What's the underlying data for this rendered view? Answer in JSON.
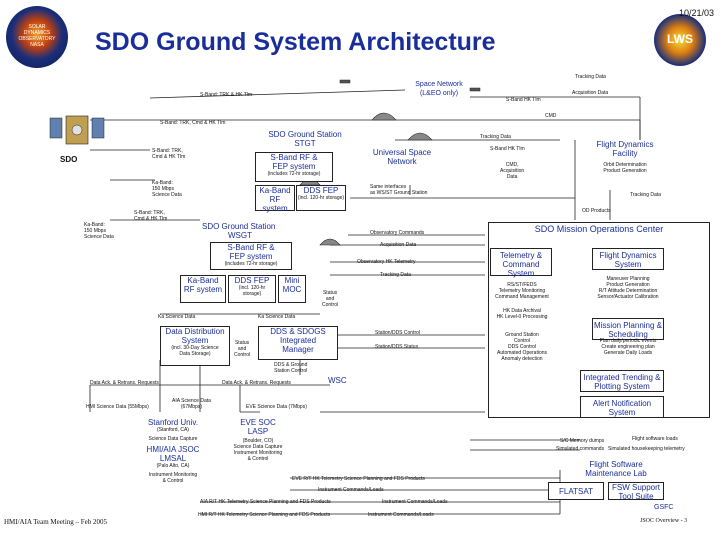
{
  "header": {
    "title": "SDO Ground System Architecture",
    "date": "10/21/03"
  },
  "logos": {
    "left": {
      "lines": [
        "SOLAR",
        "DYNAMICS",
        "OBSERVATORY",
        "NASA"
      ]
    },
    "right": {
      "text": "LWS"
    }
  },
  "space_network": {
    "title": "Space Network",
    "sub": "(L&EO only)"
  },
  "spacecraft": {
    "label": "SDO"
  },
  "stgt": {
    "title": "SDO Ground Station",
    "code": "STGT",
    "rf": "S-Band RF &",
    "fep": "FEP system",
    "note": "(includes 72-hr storage)",
    "kaband": "Ka-Band",
    "rfsys": "RF system",
    "dds": "DDS FEP",
    "dds_note": "(incl. 120-hr storage)"
  },
  "universal": {
    "title": "Universal Space",
    "title2": "Network",
    "iface1": "Same interfaces",
    "iface2": "as WS/ST Ground Station"
  },
  "wsgt": {
    "title": "SDO Ground Station",
    "code": "WSGT",
    "rf": "S-Band RF &",
    "fep": "FEP system",
    "note": "(includes 72-hr storage)",
    "kaband": "Ka-Band",
    "rfsys": "RF system",
    "dds": "DDS FEP",
    "dds_note": "(incl. 120-hr storage)",
    "mini": "Mini",
    "moc": "MOC"
  },
  "ddc": {
    "title": "Data Distribution",
    "title2": "System",
    "note": "(incl. 30-Day Science",
    "note2": "Data Storage)"
  },
  "sdogs": {
    "title": "DDS & SDOGS",
    "title2": "Integrated",
    "title3": "Manager"
  },
  "sdogs_status": {
    "l1": "Status",
    "l2": "and",
    "l3": "Control"
  },
  "sdogs_note": {
    "l1": "DDS & Ground",
    "l2": "Station Control"
  },
  "wsc": "WSC",
  "moc": {
    "title": "SDO Mission Operations Center",
    "tc": "Telemetry & Command System",
    "tc_items": [
      "RS/ST/FEDS",
      "Telemetry Monitoring",
      "Command Management",
      "HK Data Archival",
      "HK Level-0 Processing"
    ],
    "gs_items": [
      "Ground Station",
      "Control",
      "DDS Control",
      "Automated Operations",
      "Anomaly detection"
    ],
    "fd": "Flight Dynamics System",
    "fd_items": [
      "Maneuver Planning",
      "Product Generation",
      "R/T Attitude Determination",
      "Sensor/Actuator Calibration"
    ],
    "mps": "Mission Planning & Scheduling",
    "mps_items": [
      "Plan daily/periodic events",
      "Create engineering plan",
      "Generate Daily Loads"
    ],
    "trend": "Integrated Trending & Plotting System",
    "alert": "Alert Notification System"
  },
  "fdf": {
    "title": "Flight Dynamics",
    "title2": "Facility",
    "items": [
      "Orbit Determination",
      "Product Generation"
    ]
  },
  "stanford": {
    "title": "Stanford Univ.",
    "loc": "(Stanford, CA)",
    "items": [
      "Science Data Capture"
    ]
  },
  "hmi": {
    "title": "HMI/AIA JSOC",
    "sub": "LMSAL",
    "loc": "(Palo Alto, CA)",
    "items": [
      "Instrument Monitoring",
      "& Control"
    ]
  },
  "eve": {
    "title": "EVE SOC",
    "title2": "LASP",
    "loc": "(Boulder, CO)",
    "items": [
      "Science Data Capture",
      "Instrument Monitoring",
      "& Control"
    ]
  },
  "fsw": {
    "title": "Flight Software",
    "title2": "Maintenance Lab",
    "flatsat": "FLATSAT",
    "tool": "FSW Support",
    "tool2": "Tool Suite"
  },
  "gsfc": "GSFC",
  "labels": {
    "sband_trk_hk": "S-Band: TRK & HK Tlm",
    "sband_trk_cmd": "S-Band: TRK, Cmd & HK Tlm",
    "sband_trk_cmd2": "S-Band: TRK,",
    "sband_trk_cmd2b": "Cmd & HK Tlm",
    "sband_trk_cmd3": "S-Band: TRK,",
    "sband_trk_cmd3b": "Cmd & HK Tlm",
    "kaband_a": "Ka-Band:",
    "kaband_b": "150 Mbps",
    "kaband_c": "Science Data",
    "kaband2_a": "Ka-Band:",
    "kaband2_b": "150 Mbps",
    "kaband2_c": "Science Data",
    "tracking1": "Tracking Data",
    "tracking2": "Tracking Data",
    "tracking3": "Tracking Data",
    "tracking4": "Tracking Data",
    "acq1": "Acquisition Data",
    "acq2": "Acquisition Data",
    "sband_hk1": "S-Band HK Tlm",
    "sband_hk2": "S-Band HK Tlm",
    "cmd": "CMD",
    "cmd_acq": "CMD,",
    "cmd_acq2": "Acquisition",
    "cmd_acq3": "Data",
    "od": "OD Products",
    "obs_cmd": "Observatory Commands",
    "obs_tlm": "Observatory HK Telemetry",
    "status_ctrl": "Status",
    "status_ctrl2": "and",
    "status_ctrl3": "Control",
    "ka_sci1": "Ka Science Data",
    "ka_sci2": "Ka Science Data",
    "station_ctrl": "Station/DDS Control",
    "station_status": "Station/DDS Status",
    "data_req1": "Data Ack. & Retrans. Requests",
    "data_req2": "Data Ack. & Retrans. Requests",
    "hmi_sci": "HMI Science Data (55Mbps)",
    "aia_sci": "AIA Science Data",
    "aia_sci2": "(67Mbps)",
    "eve_sci": "EVE Science Data (7Mbps)",
    "mem": "S/C Memory dumps",
    "sim": "Simulated commands",
    "fsw_loads": "Flight software loads",
    "sim_hk": "Simulated housekeeping telemetry",
    "eve_hk": "EVE R/T HK Telemetry Science Planning and FDS Products",
    "eve_cmd": "Instrument Commands/Loads",
    "aia_hk": "AIA R/T HK Telemetry Science Planning and FDS Products",
    "aia_cmd": "Instrument Commands/Loads",
    "hmi_hk": "HMI R/T HK Telemetry Science Planning and FDS Products",
    "hmi_cmd": "Instrument Commands/Loads"
  },
  "footer": {
    "left": "HMI/AIA Team Meeting – Feb 2005",
    "right": "JSOC Overview - 3"
  }
}
